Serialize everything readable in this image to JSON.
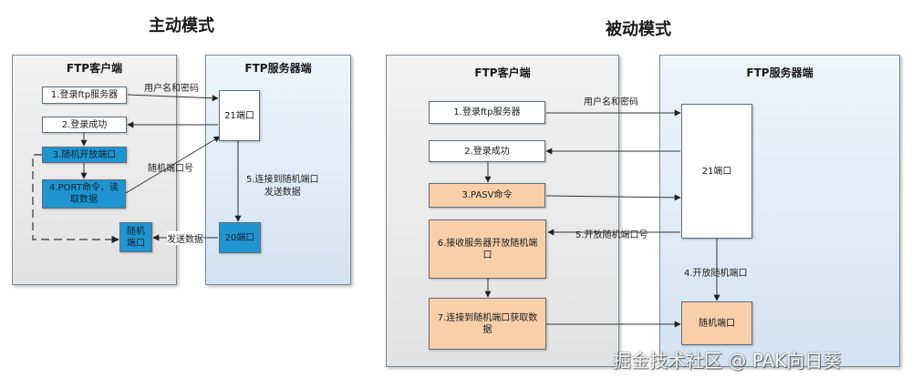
{
  "active": {
    "title": "主动模式",
    "client_title": "FTP客户端",
    "server_title": "FTP服务器端",
    "boxes": {
      "login": "1.登录ftp服务器",
      "login_ok": "2.登录成功",
      "rand_open": "3.随机开放端口",
      "port_cmd": "4.PORT命令，读取数据",
      "rand_port": "随机端口",
      "port21": "21端口",
      "port20": "20端口"
    },
    "labels": {
      "user_pass": "用户名和密码",
      "rand_port_no": "随机端口号",
      "connect": "5.连接到随机端口\n发送数据",
      "send": "发送数据"
    }
  },
  "passive": {
    "title": "被动模式",
    "client_title": "FTP客户端",
    "server_title": "FTP服务器端",
    "boxes": {
      "login": "1.登录ftp服务器",
      "login_ok": "2.登录成功",
      "pasv": "3.PASV命令",
      "recv": "6.接收服务器开放随机端口",
      "connect_get": "7.连接到随机端口获取数据",
      "port21": "21端口",
      "rand_port": "随机端口"
    },
    "labels": {
      "user_pass": "用户名和密码",
      "open_rand_no": "5.开放随机端口号",
      "open_rand": "4.开放随机端口"
    }
  },
  "watermark": "掘金技术社区 @ PAK向日葵"
}
